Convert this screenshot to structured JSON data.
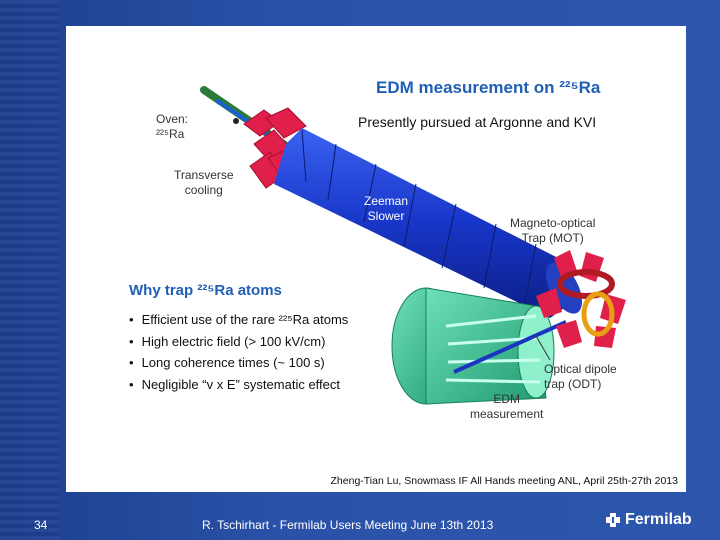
{
  "slide": {
    "title": "EDM measurement on ²²⁵Ra",
    "subtitle": "Presently pursued at Argonne and KVI",
    "labels": {
      "oven": "Oven:",
      "oven_isotope": "²²⁵Ra",
      "transverse": "Transverse",
      "cooling": "cooling",
      "zeeman": "Zeeman",
      "slower": "Slower",
      "mot_line1": "Magneto-optical",
      "mot_line2": "Trap (MOT)",
      "odt_line1": "Optical dipole",
      "odt_line2": "trap (ODT)",
      "edm_line1": "EDM",
      "edm_line2": "measurement"
    },
    "why_heading": "Why trap ²²⁵Ra atoms",
    "bullets": [
      "Efficient use of the rare ²²⁵Ra atoms",
      "High electric field (> 100 kV/cm)",
      "Long coherence times (~ 100 s)",
      "Negligible “v x E” systematic effect"
    ],
    "credit": "Zheng-Tian Lu, Snowmass IF All Hands meeting ANL, April 25th-27th 2013"
  },
  "footer": {
    "page_number": "34",
    "center_text": "R. Tschirhart - Fermilab Users Meeting June 13th 2013",
    "brand": "Fermilab"
  },
  "colors": {
    "background": "#2a52a8",
    "title_blue": "#1f5fb5",
    "tube_blue": "#1a3fd6",
    "magnet_red": "#e0204a",
    "chamber_green": "#2fb88a"
  }
}
